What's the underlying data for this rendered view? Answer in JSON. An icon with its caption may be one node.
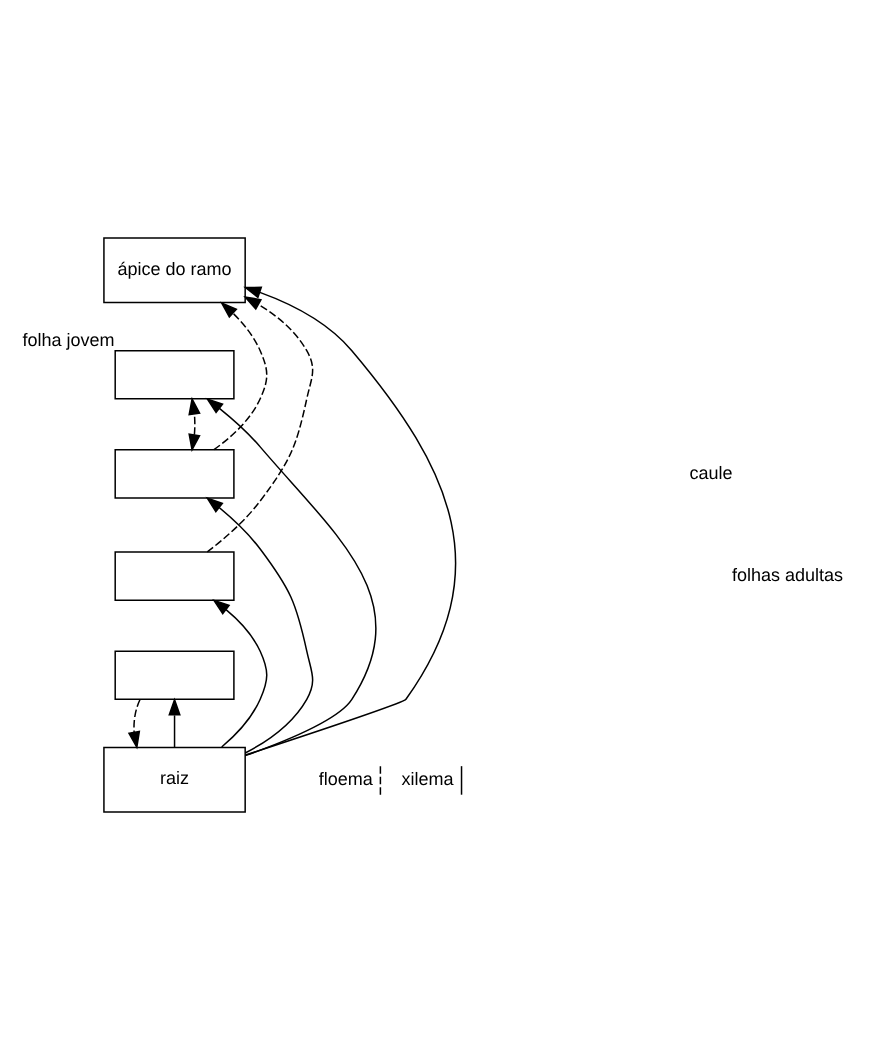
{
  "diagram": {
    "nodes": [
      {
        "text": [
          "ápice do ramo"
        ]
      },
      {
        "text": [],
        "shape": "box",
        "beside": [
          "folha jovem"
        ]
      },
      {
        "text": [],
        "shape": "box"
      },
      {
        "text": [],
        "shape": "box"
      },
      {
        "text": [],
        "shape": "box"
      },
      {
        "text": [
          "raiz"
        ]
      }
    ],
    "edges": [
      {
        "from": 5,
        "to": 0,
        "arrow": "to"
      },
      {
        "from": 5,
        "to": 1,
        "arrow": "to"
      },
      {
        "from": 5,
        "to": 2,
        "arrow": "to"
      },
      {
        "from": 5,
        "to": 3,
        "arrow": "to"
      },
      {
        "from": 5,
        "to": 4,
        "arrow": "to"
      },
      {
        "from": 2,
        "to": 1,
        "arrow": "both",
        "style": "dashed"
      },
      {
        "from": 2,
        "to": 0,
        "arrow": "to",
        "style": "dashed"
      },
      {
        "from": 3,
        "to": 0,
        "arrow": "to",
        "style": "dashed"
      },
      {
        "from": 4,
        "to": 5,
        "arrow": "to",
        "style": "dashed"
      }
    ],
    "labels": [
      "caule",
      "folhas adultas"
    ],
    "legend": [
      {
        "text": "floema"
      },
      {
        "text": "xilema"
      }
    ]
  }
}
